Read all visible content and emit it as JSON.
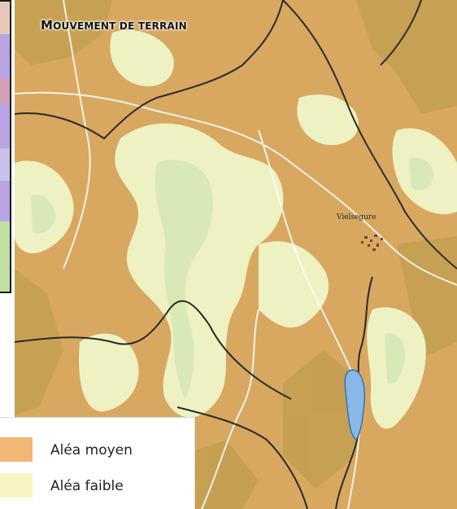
{
  "title": {
    "first_letter": "M",
    "rest": "OUVEMENT DE TERRAIN"
  },
  "legend": {
    "items": [
      {
        "label": "Aléa moyen",
        "color": "#f1b777"
      },
      {
        "label": "Aléa faible",
        "color": "#f8f4c2"
      }
    ]
  },
  "map": {
    "place_label": "Vielsegure",
    "colors": {
      "base": "#d8a860",
      "high_zone": "#c4a052",
      "low_zone": "#eef1c2",
      "valley": "#d3e8b4",
      "lake": "#8ab8e6",
      "boundary": "#2a2a2a",
      "road": "#ffffff"
    }
  }
}
